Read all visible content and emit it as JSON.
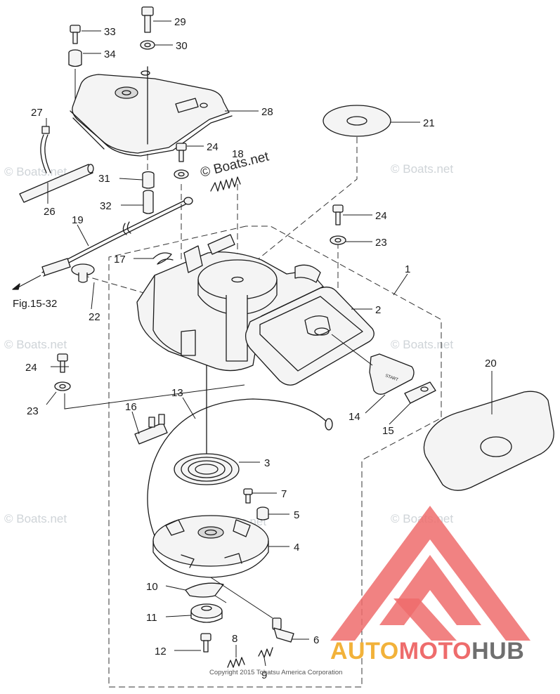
{
  "diagram": {
    "reference_label": "Fig.15-32",
    "copyright": "Copyright 2015 Tohatsu America Corporation",
    "watermark_text": "© Boats.net",
    "overlay_watermark_text": "© Boats.net",
    "start_label": "START",
    "callouts": {
      "c1": "1",
      "c2": "2",
      "c3": "3",
      "c4": "4",
      "c5": "5",
      "c6": "6",
      "c7": "7",
      "c8": "8",
      "c9": "9",
      "c10": "10",
      "c11": "11",
      "c12": "12",
      "c13": "13",
      "c14": "14",
      "c15": "15",
      "c16": "16",
      "c17": "17",
      "c18": "18",
      "c19": "19",
      "c20": "20",
      "c21": "21",
      "c22": "22",
      "c23a": "23",
      "c23b": "23",
      "c24a": "24",
      "c24b": "24",
      "c24c": "24",
      "c26": "26",
      "c27": "27",
      "c28": "28",
      "c29": "29",
      "c30": "30",
      "c31": "31",
      "c32": "32",
      "c33": "33",
      "c34": "34"
    }
  },
  "logo": {
    "brand_part1": "AUTO",
    "brand_part2": "MOTO",
    "brand_part3": "HUB",
    "color_red": "#ee6c6c",
    "color_yellow": "#f2b23a",
    "color_gray": "#6f6f6f"
  }
}
